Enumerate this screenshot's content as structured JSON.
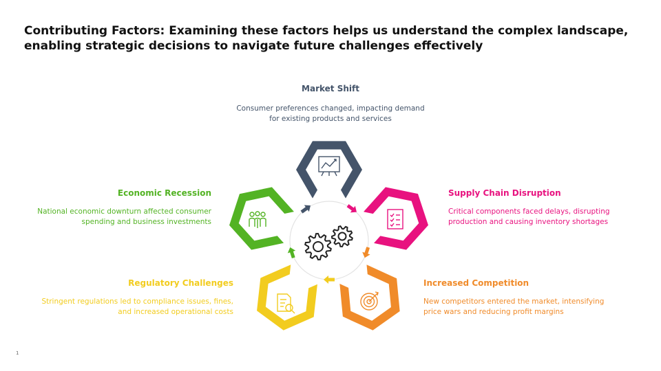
{
  "title": "Contributing Factors: Examining these factors helps us understand the complex landscape, enabling strategic decisions to navigate future challenges effectively",
  "page_number": "1",
  "factors": [
    {
      "title": "Market Shift",
      "text": "Consumer preferences changed, impacting demand for existing products and services",
      "color": "#44546a",
      "icon": "presentation-chart-icon"
    },
    {
      "title": "Supply Chain Disruption",
      "text": "Critical components faced delays, disrupting production and causing inventory shortages",
      "color": "#e8127f",
      "icon": "checklist-icon"
    },
    {
      "title": "Increased Competition",
      "text": "New competitors entered the market, intensifying price wars and reducing profit margins",
      "color": "#f08b2a",
      "icon": "target-icon"
    },
    {
      "title": "Regulatory Challenges",
      "text": "Stringent regulations led to compliance issues, fines, and increased operational costs",
      "color": "#f2cc1f",
      "icon": "document-search-icon"
    },
    {
      "title": "Economic Recession",
      "text": "National economic downturn affected consumer spending and business investments",
      "color": "#53b324",
      "icon": "people-group-icon"
    }
  ],
  "center_icon": "gears-icon"
}
